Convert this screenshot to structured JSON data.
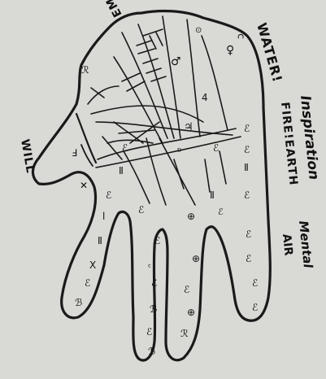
{
  "labels": {
    "emotion_reason": "EMOTION:REASON",
    "will": "WILL",
    "water": "WATER!",
    "inspiration": "Inspiration",
    "fire_earth": "FIRE!EARTH",
    "mental": "Mental",
    "air": "AIR"
  },
  "colors": {
    "paper": "#dcdcda",
    "ink": "#1a1a1a"
  }
}
